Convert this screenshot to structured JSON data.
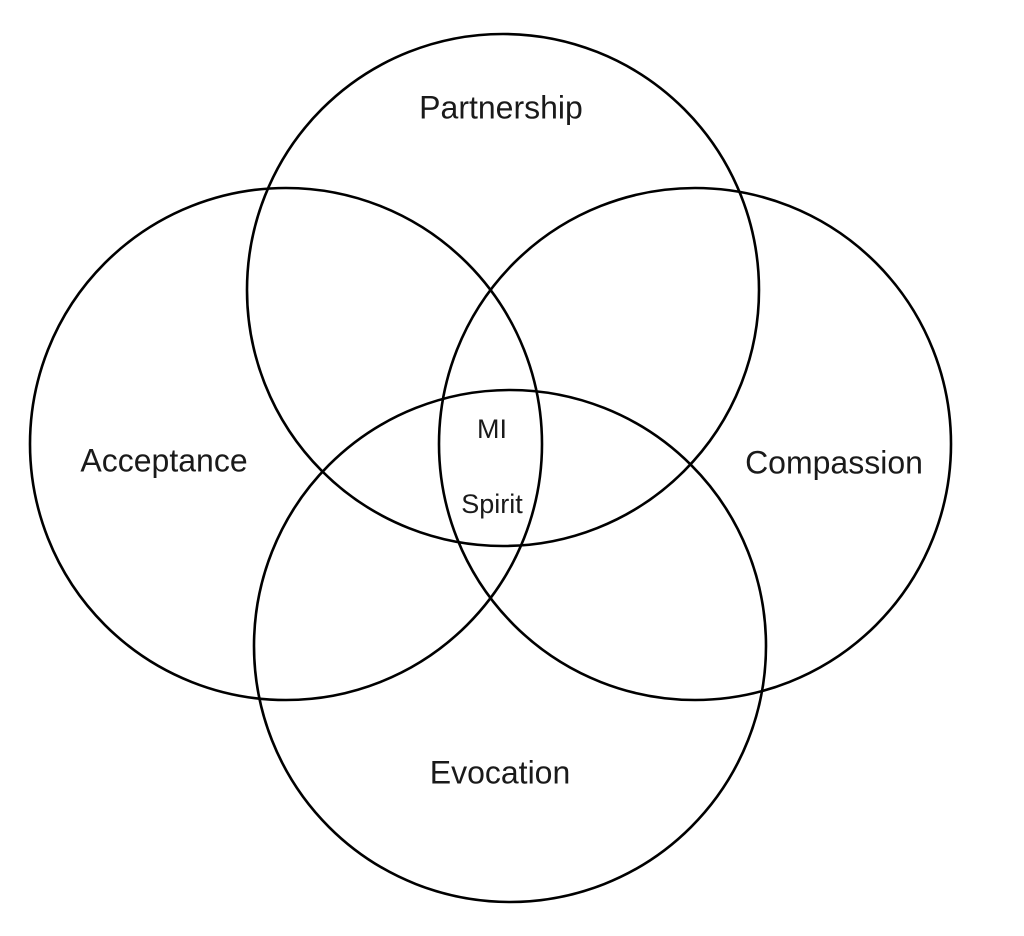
{
  "diagram": {
    "circles": {
      "top": {
        "label": "Partnership"
      },
      "left": {
        "label": "Acceptance"
      },
      "right": {
        "label": "Compassion"
      },
      "bottom": {
        "label": "Evocation"
      }
    },
    "center": {
      "line1": "MI",
      "line2": "Spirit"
    }
  },
  "colors": {
    "stroke": "#000000",
    "text": "#1a1a1a",
    "background": "#ffffff"
  }
}
